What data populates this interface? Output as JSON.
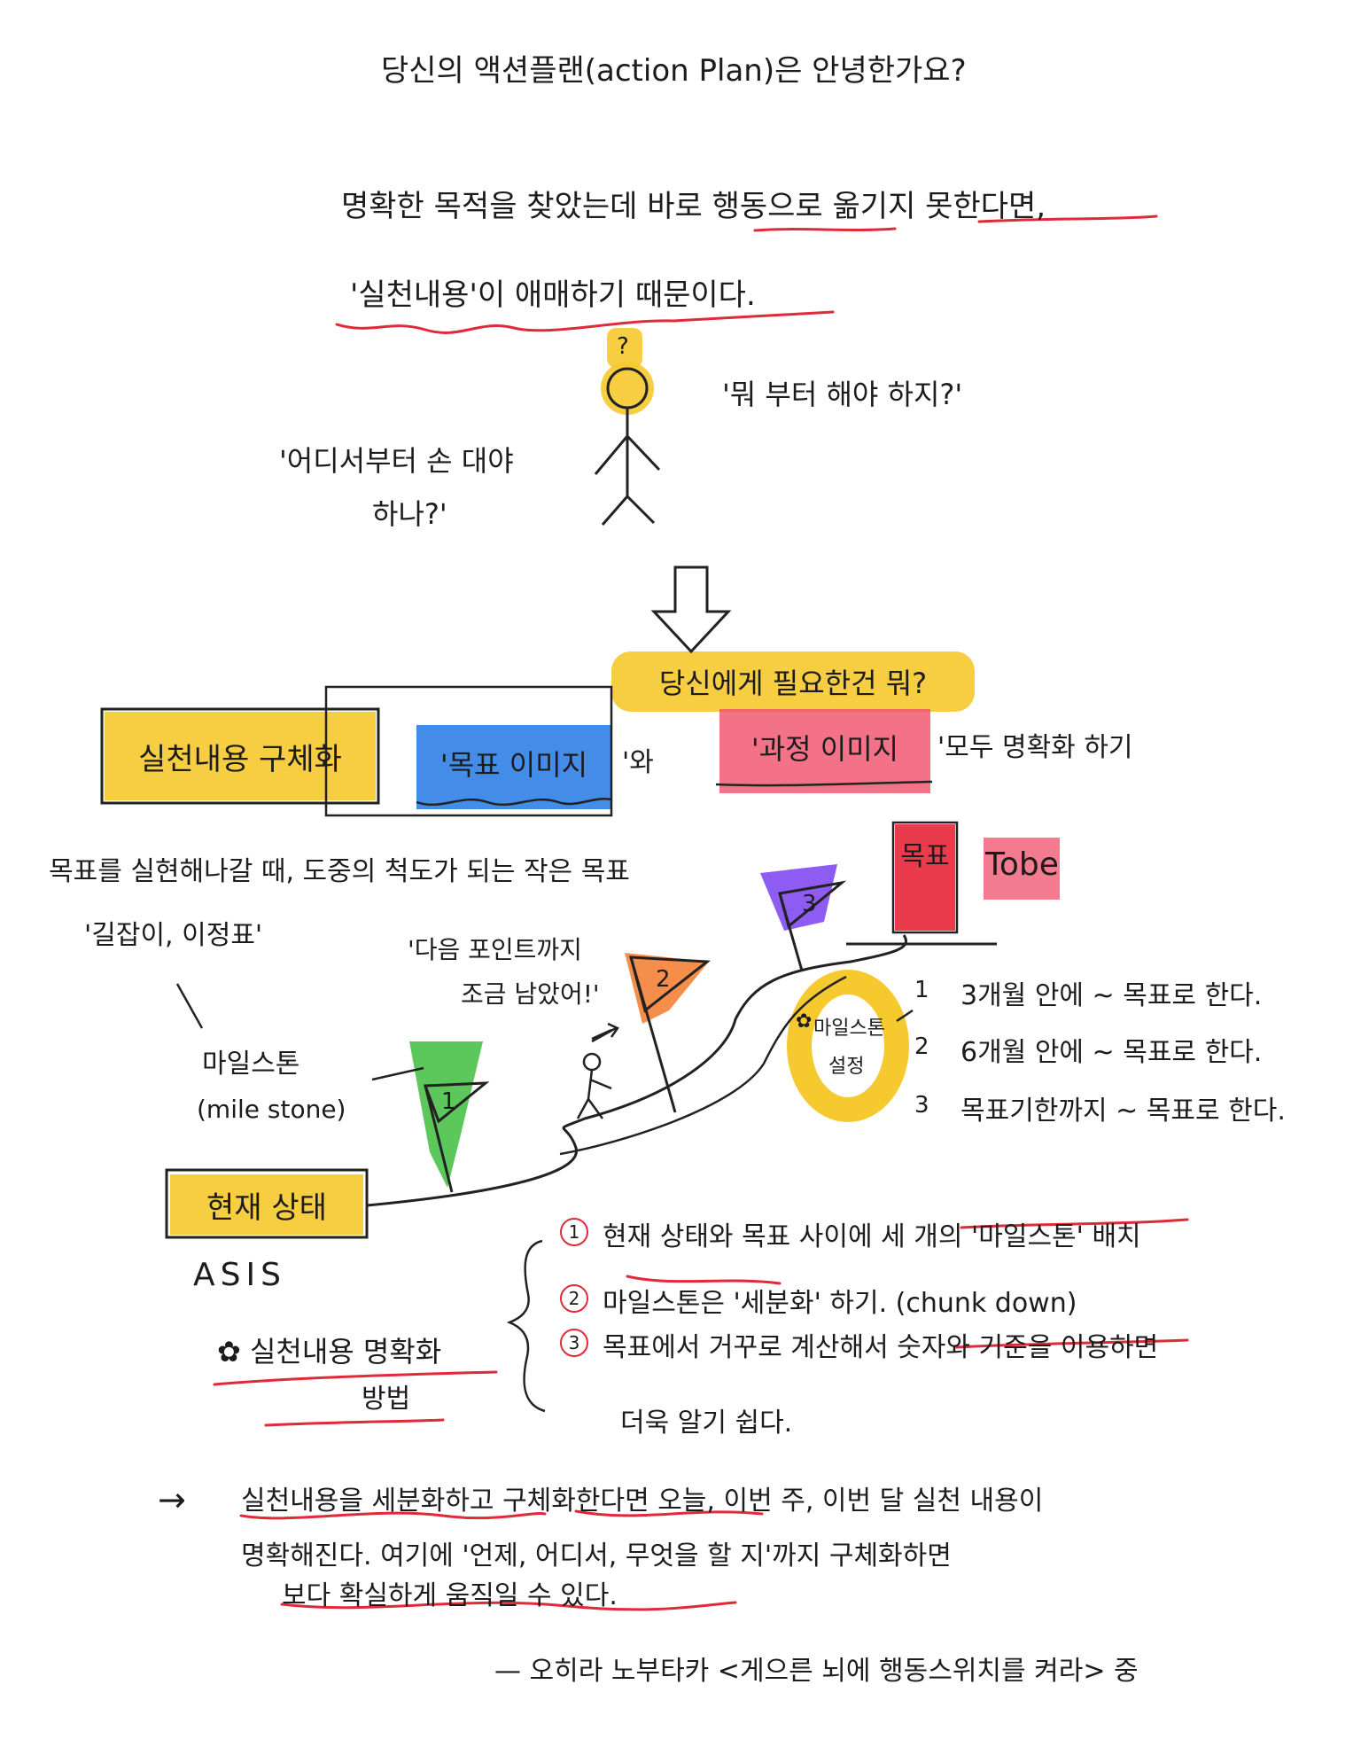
{
  "title": "당신의 액션플랜(action Plan)은 안녕한가요?",
  "intro": {
    "line1": "명확한 목적을 찾았는데 바로 행동으로 옮기지 못한다면,",
    "line2": "'실천내용'이 애매하기 때문이다."
  },
  "stick_figure": {
    "question_mark": "?",
    "thought_right": "'뭐 부터 해야 하지?'",
    "thought_left_1": "'어디서부터 손 대야",
    "thought_left_2": "하나?'"
  },
  "need_banner": "당신에게 필요한건 뭐?",
  "concretize_box": "실천내용 구체화",
  "goal_image_box": "'목표 이미지",
  "connector_wa": "'와",
  "process_image_box": "'과정 이미지",
  "clarify_suffix": "'모두 명확화 하기",
  "milestone_desc": {
    "line1": "목표를 실현해나갈 때, 도중의 척도가 되는 작은 목표",
    "line2": "'길잡이, 이정표'"
  },
  "milestone_label": {
    "line1": "마일스톤",
    "line2": "(mile stone)"
  },
  "runner_thought": {
    "line1": "'다음 포인트까지",
    "line2": "조금 남았어!'"
  },
  "goal_box": "목표",
  "tobe": "Tobe",
  "flags": [
    "1",
    "2",
    "3"
  ],
  "milestone_setting": {
    "star": "✿",
    "line1": "마일스톤",
    "line2": "설정"
  },
  "timeline": [
    {
      "num": "1",
      "text": "3개월 안에 ~ 목표로 한다."
    },
    {
      "num": "2",
      "text": "6개월 안에 ~ 목표로 한다."
    },
    {
      "num": "3",
      "text": "목표기한까지 ~ 목표로 한다."
    }
  ],
  "current_state": "현재 상태",
  "asis": "ASIS",
  "method": {
    "line1": "✿ 실천내용 명확화",
    "line2": "방법"
  },
  "steps": [
    {
      "num": "1",
      "text": "현재 상태와 목표 사이에 세 개의 '마일스톤' 배치"
    },
    {
      "num": "2",
      "text": "마일스톤은 '세분화' 하기. (chunk down)"
    },
    {
      "num": "3",
      "text": "목표에서 거꾸로 계산해서 숫자와 기준을 이용하면"
    }
  ],
  "step3_cont": "더욱 알기 쉽다.",
  "conclusion": {
    "arrow": "→",
    "line1": "실천내용을 세분화하고 구체화한다면 오늘, 이번 주, 이번 달 실천 내용이",
    "line2": "명확해진다. 여기에 '언제, 어디서, 무엇을 할 지'까지 구체화하면",
    "line3": "보다 확실하게 움직일 수 있다."
  },
  "source": "— 오히라 노부타카 <게으른 뇌에 행동스위치를 켜라> 중",
  "colors": {
    "yellow": "#f6c92e",
    "blue": "#2f7fe6",
    "pink": "#f04f6a",
    "red": "#e8263a",
    "green": "#3fbe3f",
    "orange": "#f27a2a",
    "purple": "#7a3ff0",
    "underline": "#e02a3a"
  }
}
